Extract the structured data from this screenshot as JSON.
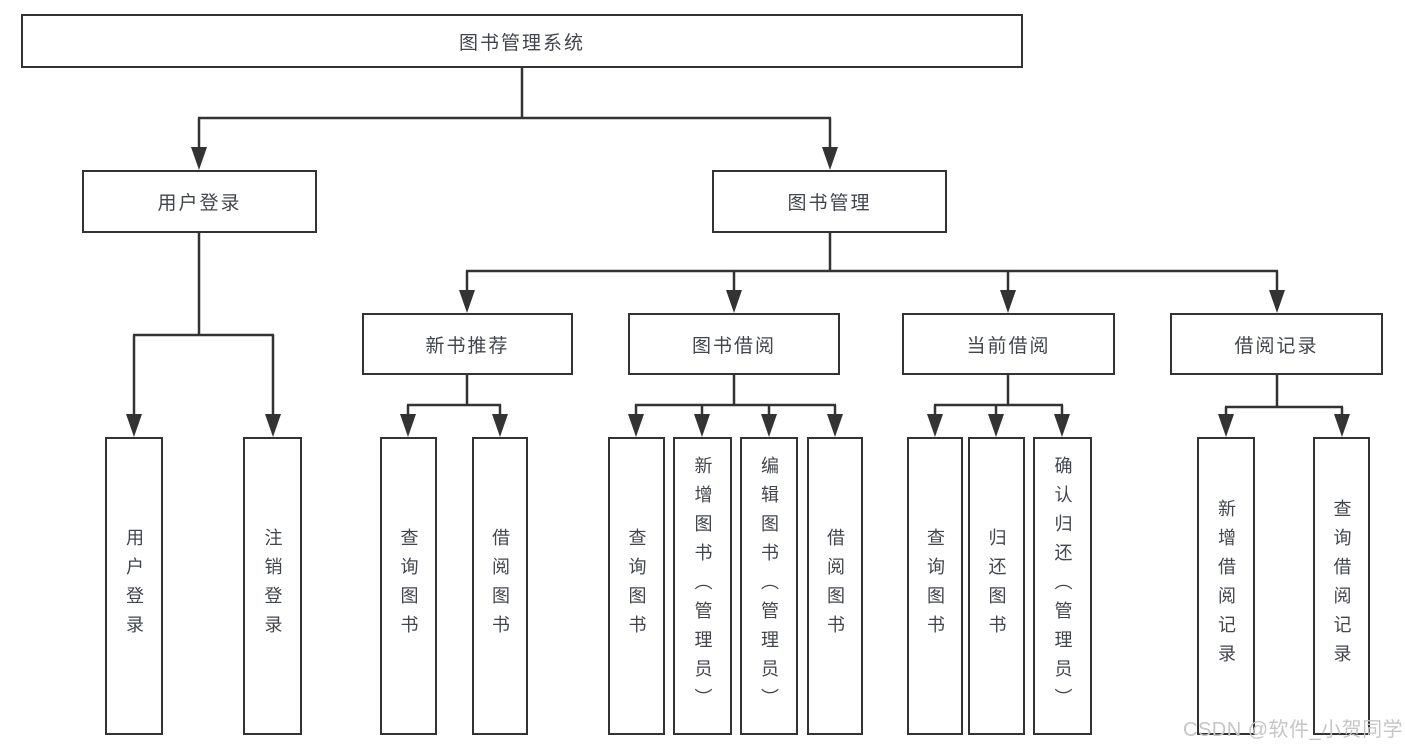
{
  "diagram": {
    "type": "tree",
    "root": "图书管理系统",
    "level2": [
      {
        "label": "用户登录",
        "children": [
          "用户登录",
          "注销登录"
        ]
      },
      {
        "label": "图书管理",
        "children": [
          {
            "label": "新书推荐",
            "children": [
              "查询图书",
              "借阅图书"
            ]
          },
          {
            "label": "图书借阅",
            "children": [
              "查询图书",
              "新增图书（管理员）",
              "编辑图书（管理员）",
              "借阅图书"
            ]
          },
          {
            "label": "当前借阅",
            "children": [
              "查询图书",
              "归还图书",
              "确认归还（管理员）"
            ]
          },
          {
            "label": "借阅记录",
            "children": [
              "新增借阅记录",
              "查询借阅记录"
            ]
          }
        ]
      }
    ]
  },
  "watermark": "CSDN @软件_小贺同学",
  "colors": {
    "line": "#333333",
    "box_border": "#333333",
    "text": "#42464c",
    "watermark": "#c6c6c6",
    "background": "#ffffff"
  }
}
